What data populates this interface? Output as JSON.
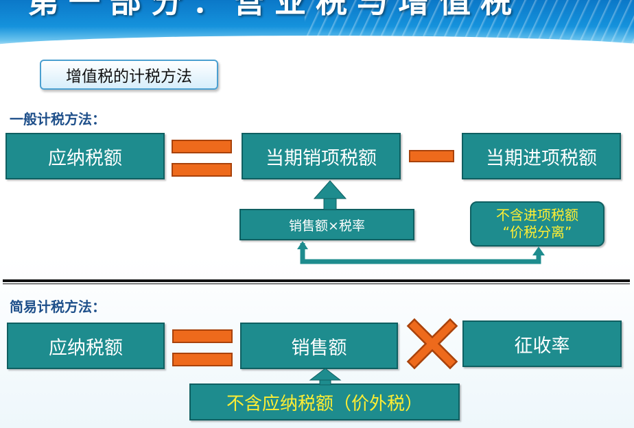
{
  "header": {
    "title": "第一部分：营业税与增值税"
  },
  "tag": {
    "label": "增值税的计税方法"
  },
  "general": {
    "label": "一般计税方法：",
    "result": "应纳税额",
    "output_tax": "当期销项税额",
    "input_tax": "当期进项税额",
    "formula": "销售额×税率",
    "note_line1": "不含进项税额",
    "note_line2": "“价税分离”"
  },
  "simple": {
    "label": "简易计税方法：",
    "result": "应纳税额",
    "sales": "销售额",
    "rate": "征收率",
    "note": "不含应纳税额（价外税）"
  },
  "colors": {
    "teal_box": "#1e8c8e",
    "operator_orange": "#ee6a1c",
    "highlight_yellow": "#ffee33",
    "header_blue": "#1592dc"
  },
  "icons": {
    "equals": "equals-icon",
    "minus": "minus-icon",
    "multiply": "multiply-icon",
    "arrow_up": "arrow-up-icon"
  }
}
